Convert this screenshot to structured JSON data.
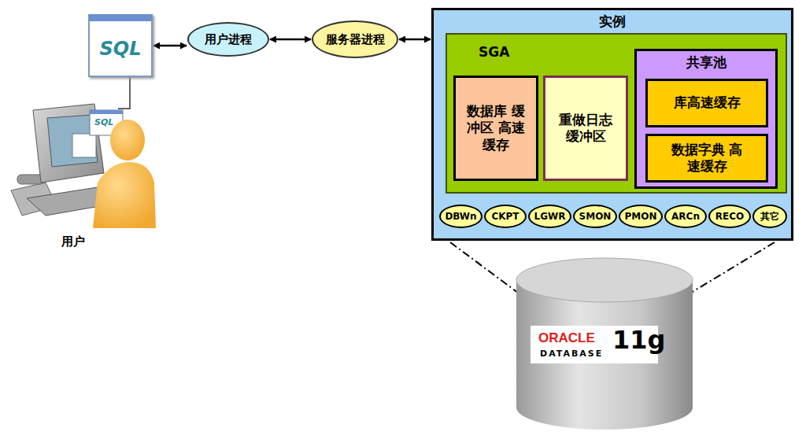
{
  "diagram": {
    "nodes": [
      {
        "text": [
          "SQL"
        ]
      },
      {
        "text": [
          "用户进程"
        ]
      },
      {
        "text": [
          "服务器进程"
        ]
      },
      {
        "text": [
          "实例"
        ]
      },
      {
        "text": [
          "SGA"
        ],
        "in": 3
      },
      {
        "text": [
          "数据库 缓冲区 高速缓存"
        ],
        "in": 4
      },
      {
        "text": [
          "重做日志 缓冲区"
        ],
        "in": 4
      },
      {
        "text": [
          "共享池"
        ],
        "in": 4
      },
      {
        "text": [
          "库高速缓存"
        ],
        "in": 7
      },
      {
        "text": [
          "数据字典 高速缓存"
        ],
        "in": 7
      },
      {
        "text": [
          "DBWn"
        ],
        "in": 3
      },
      {
        "text": [
          "CKPT"
        ],
        "in": 3
      },
      {
        "text": [
          "LGWR"
        ],
        "in": 3
      },
      {
        "text": [
          "SMON"
        ],
        "in": 3
      },
      {
        "text": [
          "PMON"
        ],
        "in": 3
      },
      {
        "text": [
          "ARCn"
        ],
        "in": 3
      },
      {
        "text": [
          "RECO"
        ],
        "in": 3
      },
      {
        "text": [
          "其它"
        ],
        "in": 3
      }
    ],
    "edges": [
      {
        "from": 0,
        "to": 1,
        "arrow": "both"
      },
      {
        "from": 1,
        "to": 2,
        "arrow": "both"
      },
      {
        "from": 2,
        "to": 3,
        "arrow": "both"
      }
    ],
    "labels": [
      "用户",
      "SQL",
      "ORACLE",
      "DATABASE",
      "11g"
    ]
  }
}
